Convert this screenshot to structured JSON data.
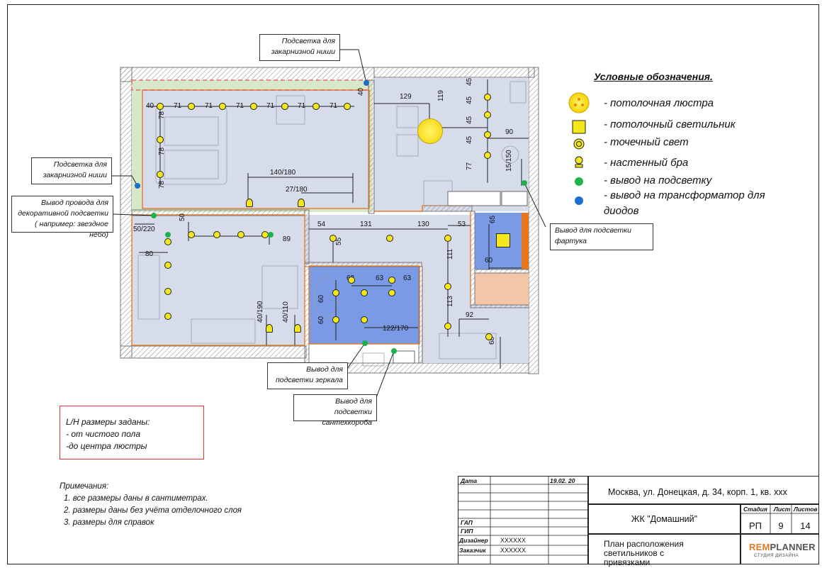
{
  "plan": {
    "dims": [
      "40",
      "71",
      "71",
      "71",
      "71",
      "71",
      "71",
      "40",
      "78",
      "78",
      "78",
      "140/180",
      "27/180",
      "129",
      "119",
      "45",
      "45",
      "45",
      "45",
      "90",
      "77",
      "15/150",
      "50/220",
      "50",
      "89",
      "80",
      "54",
      "131",
      "130",
      "53",
      "55",
      "111",
      "63",
      "63",
      "63",
      "60",
      "60",
      "122/170",
      "113",
      "92",
      "68",
      "65",
      "60",
      "40/190",
      "40/110"
    ]
  },
  "callouts": {
    "niche_top": "Подсветка для закарнизной ниши",
    "niche_left": "Подсветка для закарнизной ниши",
    "decor_wire": "Вывод провода для декоративной подсветки ( например: звездное небо)",
    "apron": "Вывод для подсветки фартука",
    "mirror": "Вывод для подсветки зеркала",
    "plumbing_box": "Вывод для подсветки сантехкороба"
  },
  "legend": {
    "title": "Условные обозначения.",
    "items": [
      {
        "icon": "chandelier-icon",
        "label": "- потолочная люстра"
      },
      {
        "icon": "ceiling-light-icon",
        "label": "- потолочный светильник"
      },
      {
        "icon": "spot-light-icon",
        "label": "- точечный свет"
      },
      {
        "icon": "wall-sconce-icon",
        "label": "- настенный бра"
      },
      {
        "icon": "green-outlet-icon",
        "label": "- вывод на подсветку"
      },
      {
        "icon": "blue-outlet-icon",
        "label": "- вывод на трансформатор для диодов"
      }
    ],
    "colors": {
      "yellow": "#f5e81a",
      "green": "#1db34a",
      "blue": "#1a6fd1"
    }
  },
  "height_note": {
    "title": "L/H размеры заданы:",
    "line1": "- от чистого пола",
    "line2": "-до центра люстры"
  },
  "notes": {
    "title": "Примечания:",
    "items": [
      "1.   все размеры даны в сантиметрах.",
      "2.  размеры даны без учёта отделочного слоя",
      "3.  размеры для справок"
    ]
  },
  "stamp": {
    "date_label": "Дата",
    "date_value": "19.02. 20",
    "address": "Москва, ул. Донецкая, д. 34, корп. 1, кв. ххх",
    "project": "ЖК \"Домашний\"",
    "stage_label": "Стадия",
    "sheet_label": "Лист",
    "sheets_label": "Листов",
    "stage": "РП",
    "sheet": "9",
    "sheets": "14",
    "gap_label": "ГАП",
    "gip_label": "ГИП",
    "designer_label": "Дизайнер",
    "designer": "XXXXXX",
    "client_label": "Заказчик",
    "client": "XXXXXX",
    "sheet_title": "План расположения светильников с привязками",
    "brand_rem": "REM",
    "brand_planner": "PLANNER",
    "brand_sub": "СТУДИЯ ДИЗАЙНА"
  }
}
